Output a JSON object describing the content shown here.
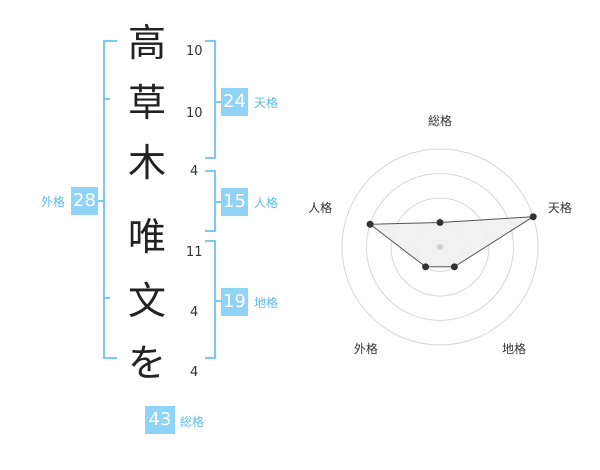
{
  "name": {
    "characters": [
      {
        "char": "高",
        "strokes": "10"
      },
      {
        "char": "草",
        "strokes": "10"
      },
      {
        "char": "木",
        "strokes": "4"
      },
      {
        "char": "唯",
        "strokes": "11"
      },
      {
        "char": "文",
        "strokes": "4"
      },
      {
        "char": "を",
        "strokes": "4"
      }
    ]
  },
  "kakusu": {
    "tenkaku": {
      "label": "天格",
      "value": "24"
    },
    "jinkaku": {
      "label": "人格",
      "value": "15"
    },
    "chikaku": {
      "label": "地格",
      "value": "19"
    },
    "gaikaku": {
      "label": "外格",
      "value": "28"
    },
    "soukaku": {
      "label": "総格",
      "value": "43"
    }
  },
  "colors": {
    "accent": "#8fd3f7",
    "bracket": "#7cc8f1",
    "label": "#5bbde9",
    "ring": "#d6d6d6",
    "polygon_fill": "#efefef",
    "polygon_stroke": "#555555",
    "point": "#333333"
  },
  "chart_data": {
    "type": "radar",
    "axes": [
      "総格",
      "天格",
      "地格",
      "外格",
      "人格"
    ],
    "values": [
      1,
      4,
      1,
      1,
      3
    ],
    "rmax": 4,
    "rings": 4,
    "legend": ""
  }
}
